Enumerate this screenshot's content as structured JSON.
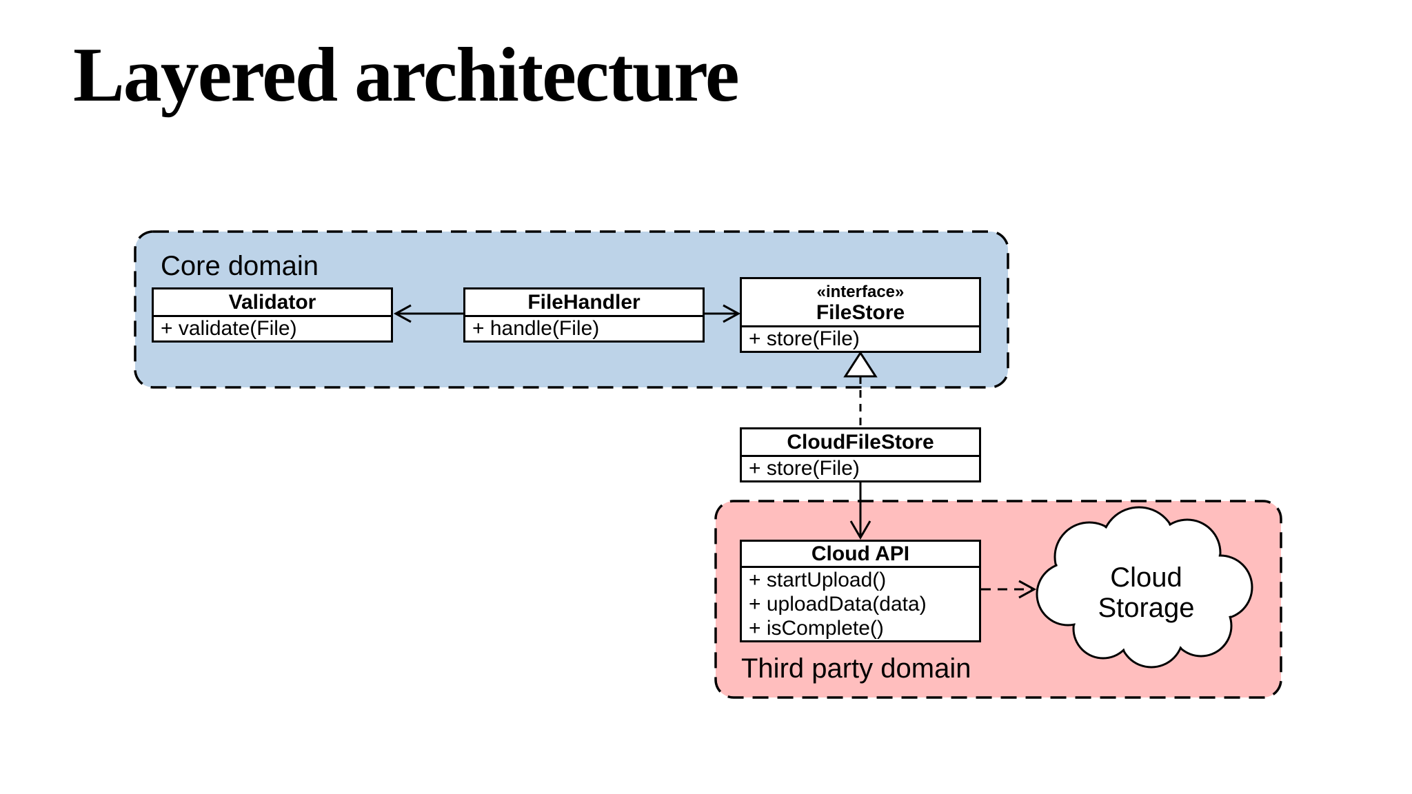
{
  "slide": {
    "title": "Layered architecture"
  },
  "colors": {
    "core_domain_fill": "#BDD3E8",
    "third_party_fill": "#FFBEBE",
    "box_fill": "#FFFFFF",
    "stroke": "#000000",
    "background": "#FFFFFF"
  },
  "core_domain": {
    "label": "Core domain",
    "validator": {
      "title": "Validator",
      "methods": [
        "+ validate(File)"
      ]
    },
    "file_handler": {
      "title": "FileHandler",
      "methods": [
        "+ handle(File)"
      ]
    },
    "file_store": {
      "stereotype": "«interface»",
      "title": "FileStore",
      "methods": [
        "+ store(File)"
      ]
    }
  },
  "cloud_file_store": {
    "title": "CloudFileStore",
    "methods": [
      "+ store(File)"
    ]
  },
  "third_party_domain": {
    "label": "Third party domain",
    "cloud_api": {
      "title": "Cloud API",
      "methods": [
        "+ startUpload()",
        "+ uploadData(data)",
        "+ isComplete()"
      ]
    },
    "cloud_storage": {
      "line1": "Cloud",
      "line2": "Storage"
    }
  },
  "relationships": [
    {
      "from": "FileHandler",
      "to": "Validator",
      "type": "association-arrow"
    },
    {
      "from": "FileHandler",
      "to": "FileStore",
      "type": "association-arrow"
    },
    {
      "from": "CloudFileStore",
      "to": "FileStore",
      "type": "realization-dashed-hollow-triangle"
    },
    {
      "from": "CloudFileStore",
      "to": "Cloud API",
      "type": "association-arrow"
    },
    {
      "from": "Cloud API",
      "to": "Cloud Storage",
      "type": "dependency-dashed-arrow"
    }
  ]
}
